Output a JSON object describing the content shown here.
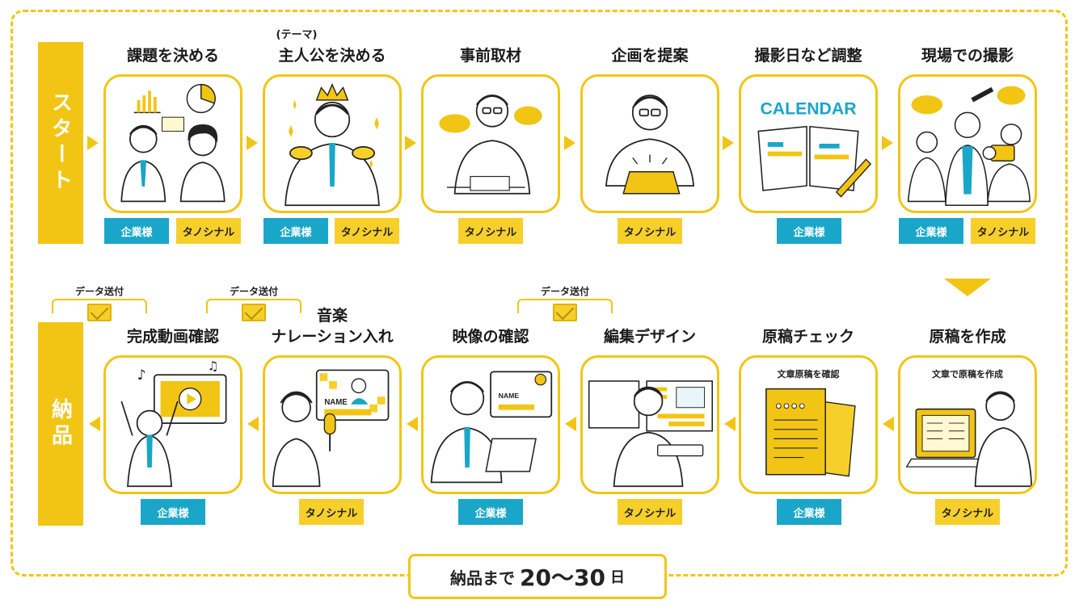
{
  "sides": {
    "start": "スタート",
    "delivery": "納品"
  },
  "steps_top": [
    {
      "title": "課題を決める",
      "tags": [
        "企業様",
        "タノシナル"
      ]
    },
    {
      "pre": "(テーマ)",
      "title": "主人公を決める",
      "tags": [
        "企業様",
        "タノシナル"
      ]
    },
    {
      "title": "事前取材",
      "tags": [
        "タノシナル"
      ]
    },
    {
      "title": "企画を提案",
      "tags": [
        "タノシナル"
      ]
    },
    {
      "title": "撮影日など調整",
      "card_text": "CALENDAR",
      "tags": [
        "企業様"
      ]
    },
    {
      "title": "現場での撮影",
      "tags": [
        "企業様",
        "タノシナル"
      ]
    }
  ],
  "steps_bottom": [
    {
      "title": "完成動画確認",
      "tags": [
        "企業様"
      ]
    },
    {
      "pre": "音楽",
      "title": "ナレーション入れ",
      "card_text": "NAME",
      "tags": [
        "タノシナル"
      ]
    },
    {
      "title": "映像の確認",
      "card_text": "NAME",
      "tags": [
        "企業様"
      ]
    },
    {
      "title": "編集デザイン",
      "tags": [
        "タノシナル"
      ]
    },
    {
      "title": "原稿チェック",
      "card_text": "文章原稿を確認",
      "tags": [
        "企業様"
      ]
    },
    {
      "title": "原稿を作成",
      "card_text": "文章で原稿を作成",
      "tags": [
        "タノシナル"
      ]
    }
  ],
  "data_send": "データ送付",
  "delivery": {
    "prefix": "納品まで",
    "range": "20～30",
    "unit": "日"
  },
  "colors": {
    "accent": "#f2c514",
    "client": "#1aa6c8",
    "tano": "#f7cf2a"
  },
  "icons": [
    "person-icon",
    "pie-chart-icon",
    "bar-chart-icon",
    "crown-icon",
    "speech-bubble-icon",
    "calendar-icon",
    "camera-icon",
    "play-icon",
    "monitor-icon",
    "document-icon",
    "laptop-icon",
    "envelope-icon"
  ]
}
